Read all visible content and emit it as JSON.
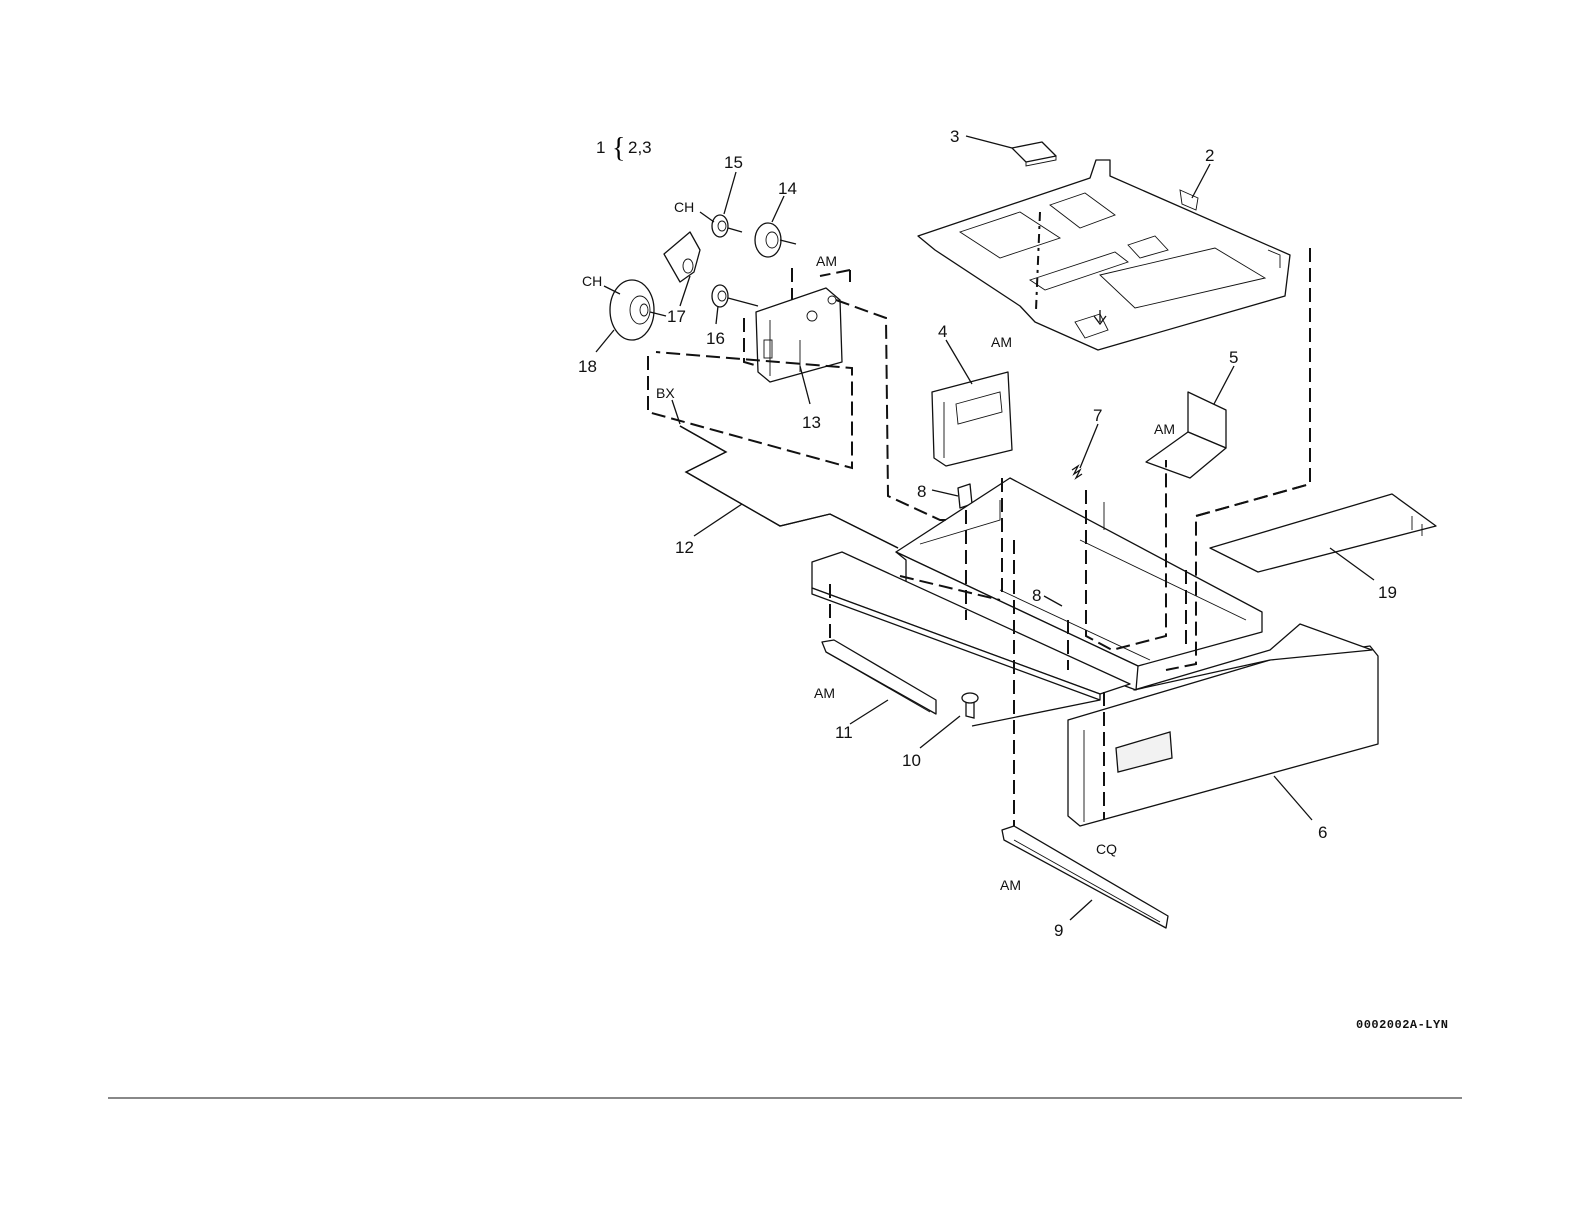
{
  "kit": {
    "number": "1",
    "brace": "{",
    "contents": "2,3"
  },
  "callouts": {
    "c2": "2",
    "c3": "3",
    "c4": "4",
    "c5": "5",
    "c6": "6",
    "c7": "7",
    "c8a": "8",
    "c8b": "8",
    "c9": "9",
    "c10": "10",
    "c11": "11",
    "c12": "12",
    "c13": "13",
    "c14": "14",
    "c15": "15",
    "c16": "16",
    "c17": "17",
    "c18": "18",
    "c19": "19"
  },
  "codes": {
    "ch1": "CH",
    "ch2": "CH",
    "am1": "AM",
    "am2": "AM",
    "am3": "AM",
    "am4": "AM",
    "am5": "AM",
    "bx": "BX",
    "cq": "CQ"
  },
  "figure_id": "0002002A-LYN"
}
